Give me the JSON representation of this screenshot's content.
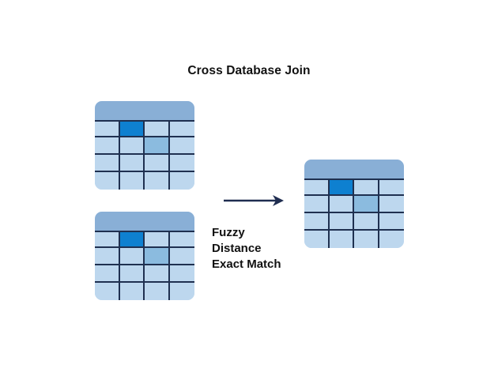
{
  "slide": {
    "title": "Cross Database Join",
    "background_color": "#ffffff"
  },
  "palette": {
    "header_band": "#89afd6",
    "cell_light": "#bdd7ee",
    "cell_medium": "#8bbbdf",
    "cell_bright": "#0e80d0",
    "grid_line": "#1f3050",
    "arrow": "#1f2d50",
    "text": "#111111"
  },
  "tables": [
    {
      "id": "source-a",
      "role": "source-table-top",
      "columns": 4,
      "rows": 4,
      "has_header_band": true,
      "cells": [
        [
          "light",
          "bright",
          "light",
          "light"
        ],
        [
          "light",
          "light",
          "medium",
          "light"
        ],
        [
          "light",
          "light",
          "light",
          "light"
        ],
        [
          "light",
          "light",
          "light",
          "light"
        ]
      ]
    },
    {
      "id": "source-b",
      "role": "source-table-bottom",
      "columns": 4,
      "rows": 4,
      "has_header_band": true,
      "cells": [
        [
          "light",
          "bright",
          "light",
          "light"
        ],
        [
          "light",
          "light",
          "medium",
          "light"
        ],
        [
          "light",
          "light",
          "light",
          "light"
        ],
        [
          "light",
          "light",
          "light",
          "light"
        ]
      ]
    },
    {
      "id": "result",
      "role": "result-table",
      "columns": 4,
      "rows": 4,
      "has_header_band": true,
      "cells": [
        [
          "light",
          "bright",
          "light",
          "light"
        ],
        [
          "light",
          "light",
          "medium",
          "light"
        ],
        [
          "light",
          "light",
          "light",
          "light"
        ],
        [
          "light",
          "light",
          "light",
          "light"
        ]
      ]
    }
  ],
  "arrow": {
    "icon": "arrow-right-icon",
    "direction": "right",
    "color": "#1f2d50"
  },
  "join_types": [
    "Fuzzy",
    "Distance",
    "Exact Match"
  ]
}
